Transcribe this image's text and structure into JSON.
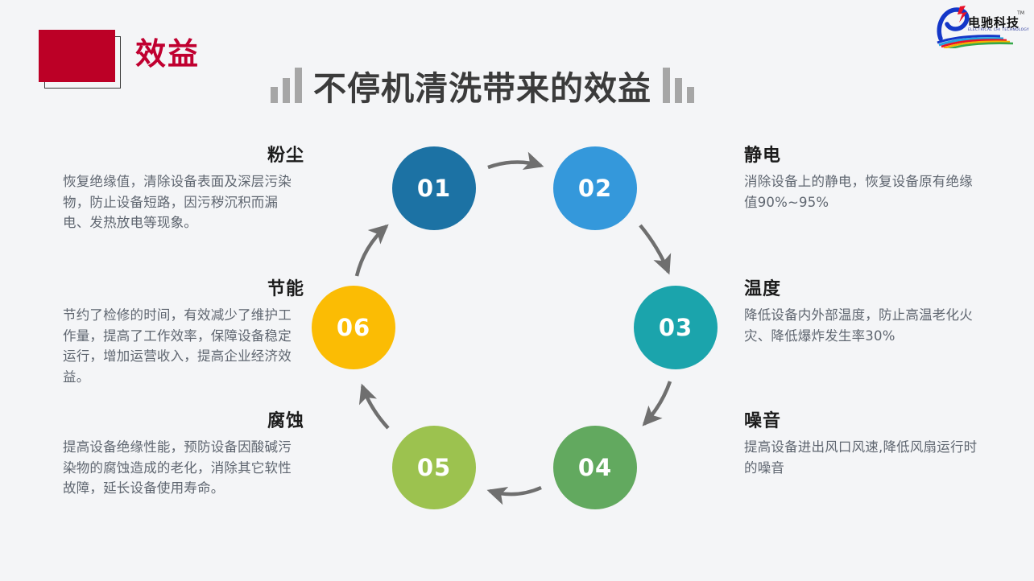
{
  "page": {
    "background_color": "#f4f5f7"
  },
  "header": {
    "kicker": "效益",
    "kicker_color": "#c00030",
    "kicker_block_color": "#bc0026",
    "title": "不停机清洗带来的效益",
    "title_color": "#3b3b3b",
    "bar_decoration_color": "#a6a6a6"
  },
  "logo": {
    "name_cn": "电驰科技",
    "name_en": "ELECTRICAL CHI TECHNOLOGY",
    "trademark": "TM"
  },
  "diagram": {
    "arrow_color": "#6f6f6f",
    "steps": [
      {
        "number": "01",
        "color": "#1c72a4",
        "side": "left",
        "heading": "粉尘",
        "body": "恢复绝缘值，清除设备表面及深层污染物，防止设备短路，因污秽沉积而漏电、发热放电等现象。"
      },
      {
        "number": "02",
        "color": "#3498db",
        "side": "right",
        "heading": "静电",
        "body": "消除设备上的静电，恢复设备原有绝缘值90%~95%"
      },
      {
        "number": "03",
        "color": "#1ba4ac",
        "side": "right",
        "heading": "温度",
        "body": "降低设备内外部温度，防止高温老化火灾、降低爆炸发生率30%"
      },
      {
        "number": "04",
        "color": "#62a95f",
        "side": "right",
        "heading": "噪音",
        "body": "提高设备进出风口风速,降低风扇运行时的噪音"
      },
      {
        "number": "05",
        "color": "#9cc24f",
        "side": "left",
        "heading": "腐蚀",
        "body": "提高设备绝缘性能，预防设备因酸碱污染物的腐蚀造成的老化，消除其它软性故障，延长设备使用寿命。"
      },
      {
        "number": "06",
        "color": "#fbbc04",
        "side": "left",
        "heading": "节能",
        "body": "节约了检修的时间，有效减少了维护工作量，提高了工作效率，保障设备稳定运行，增加运营收入，提高企业经济效益。"
      }
    ]
  }
}
